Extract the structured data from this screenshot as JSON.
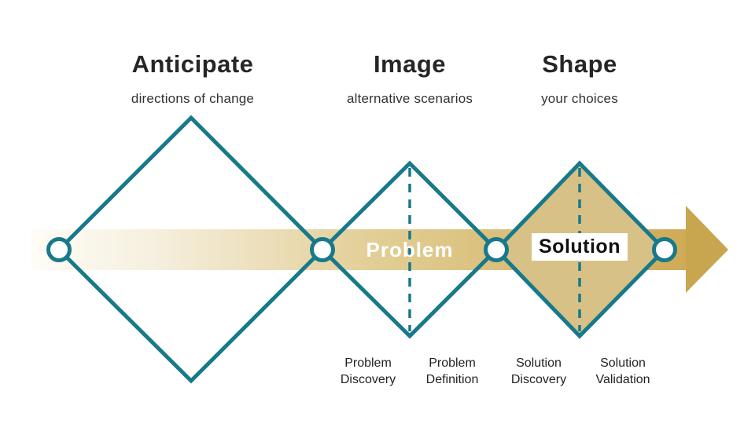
{
  "diagram_title": "Triple diamond process diagram",
  "colors": {
    "teal_outline": "#17798a",
    "diamond_fill_gold": "#d8c187",
    "arrowhead_gold": "#c8a64f",
    "band_gradient_start": "#fefcf6",
    "band_gradient_end": "#cfab57",
    "title_text": "#262626",
    "problem_label_text": "#ffffff",
    "solution_label_text": "#111111",
    "solution_label_bg": "#ffffff"
  },
  "phases": [
    {
      "title": "Anticipate",
      "subtitle": "directions of change"
    },
    {
      "title": "Image",
      "subtitle": "alternative scenarios"
    },
    {
      "title": "Shape",
      "subtitle": "your choices"
    }
  ],
  "band": {
    "problem_label": "Problem",
    "solution_label": "Solution"
  },
  "stages": [
    {
      "label": "Problem\nDiscovery"
    },
    {
      "label": "Problem\nDefinition"
    },
    {
      "label": "Solution\nDiscovery"
    },
    {
      "label": "Solution\nValidation"
    }
  ]
}
